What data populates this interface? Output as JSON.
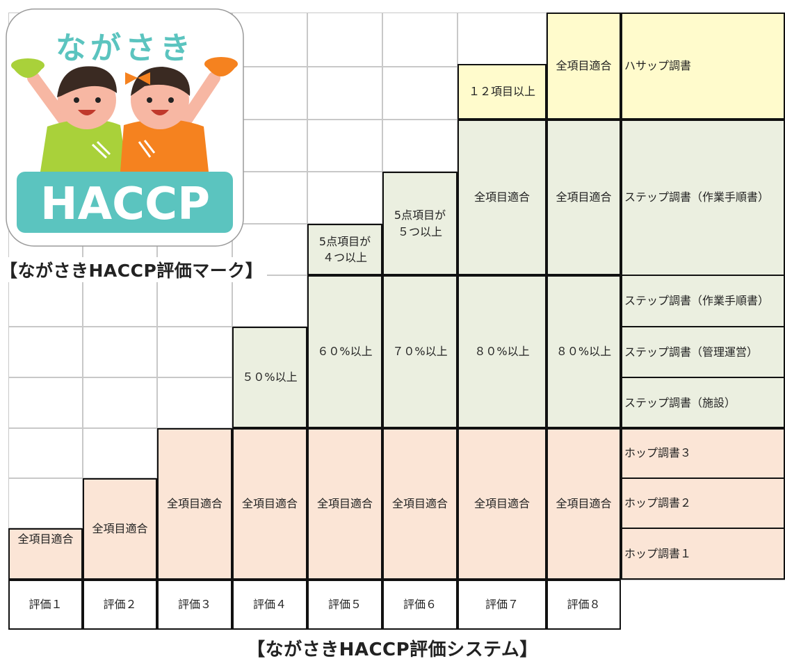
{
  "colors": {
    "yellow": "#fffbcc",
    "green": "#ebefe0",
    "pink": "#fbe5d6",
    "teal": "#5bc4bf",
    "kid_green": "#a9d13a",
    "kid_orange": "#f5821f"
  },
  "logo": {
    "top_text": "ながさき",
    "bottom_text": "HACCP",
    "icon": "nagasaki-haccp-children-mark-icon"
  },
  "mark_caption": "【ながさきHACCP評価マーク】",
  "system_caption": "【ながさきHACCP評価システム】",
  "levels": [
    "評価１",
    "評価２",
    "評価３",
    "評価４",
    "評価５",
    "評価６",
    "評価７",
    "評価８"
  ],
  "categories": [
    {
      "label": "ハサップ調書",
      "tier": "yellow"
    },
    {
      "label": "ステップ調書（作業手順書）",
      "tier": "green"
    },
    {
      "label": "ステップ調書（作業手順書）",
      "tier": "green"
    },
    {
      "label": "ステップ調書（管理運営）",
      "tier": "green"
    },
    {
      "label": "ステップ調書（施設）",
      "tier": "green"
    },
    {
      "label": "ホップ調書３",
      "tier": "pink"
    },
    {
      "label": "ホップ調書２",
      "tier": "pink"
    },
    {
      "label": "ホップ調書１",
      "tier": "pink"
    }
  ],
  "requirements": {
    "hop": [
      "全項目適合",
      "全項目適合",
      "全項目適合",
      "全項目適合",
      "全項目適合",
      "全項目適合",
      "全項目適合",
      "全項目適合"
    ],
    "step_rate": [
      "５０%以上",
      "６０%以上",
      "７０%以上",
      "８０%以上",
      "８０%以上"
    ],
    "step_points": [
      "5点項目が\n４つ以上",
      "5点項目が\n５つ以上",
      "全項目適合",
      "全項目適合"
    ],
    "haccp": [
      "１２項目以上",
      "全項目適合"
    ]
  }
}
